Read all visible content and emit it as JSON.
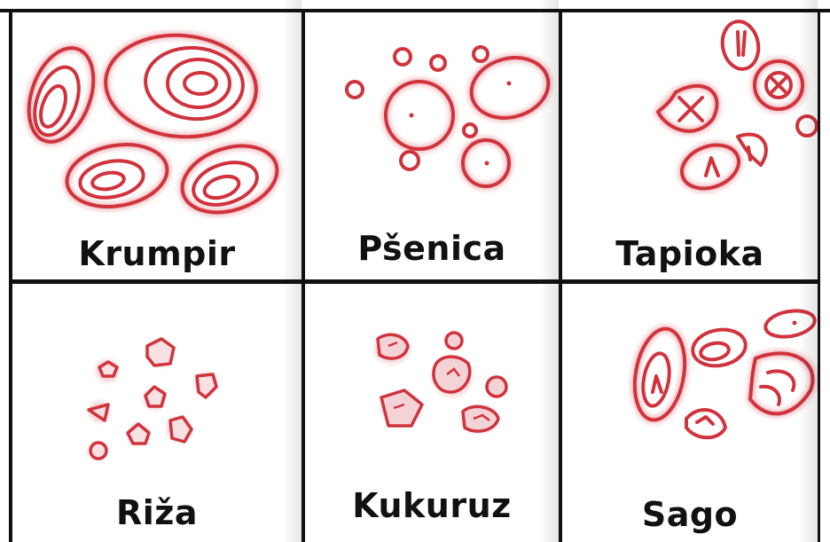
{
  "diagram": {
    "panels": [
      {
        "id": "krumpir",
        "label": "Krumpir"
      },
      {
        "id": "psenica",
        "label": "Pšenica"
      },
      {
        "id": "tapioka",
        "label": "Tapioka"
      },
      {
        "id": "riza",
        "label": "Riža"
      },
      {
        "id": "kukuruz",
        "label": "Kukuruz"
      },
      {
        "id": "sago",
        "label": "Sago"
      }
    ],
    "colors": {
      "granule_stroke": "#d1333d",
      "granule_fill": "#f2c9cc",
      "grid_line": "#111111",
      "label_text": "#111111",
      "background": "#ffffff"
    }
  }
}
